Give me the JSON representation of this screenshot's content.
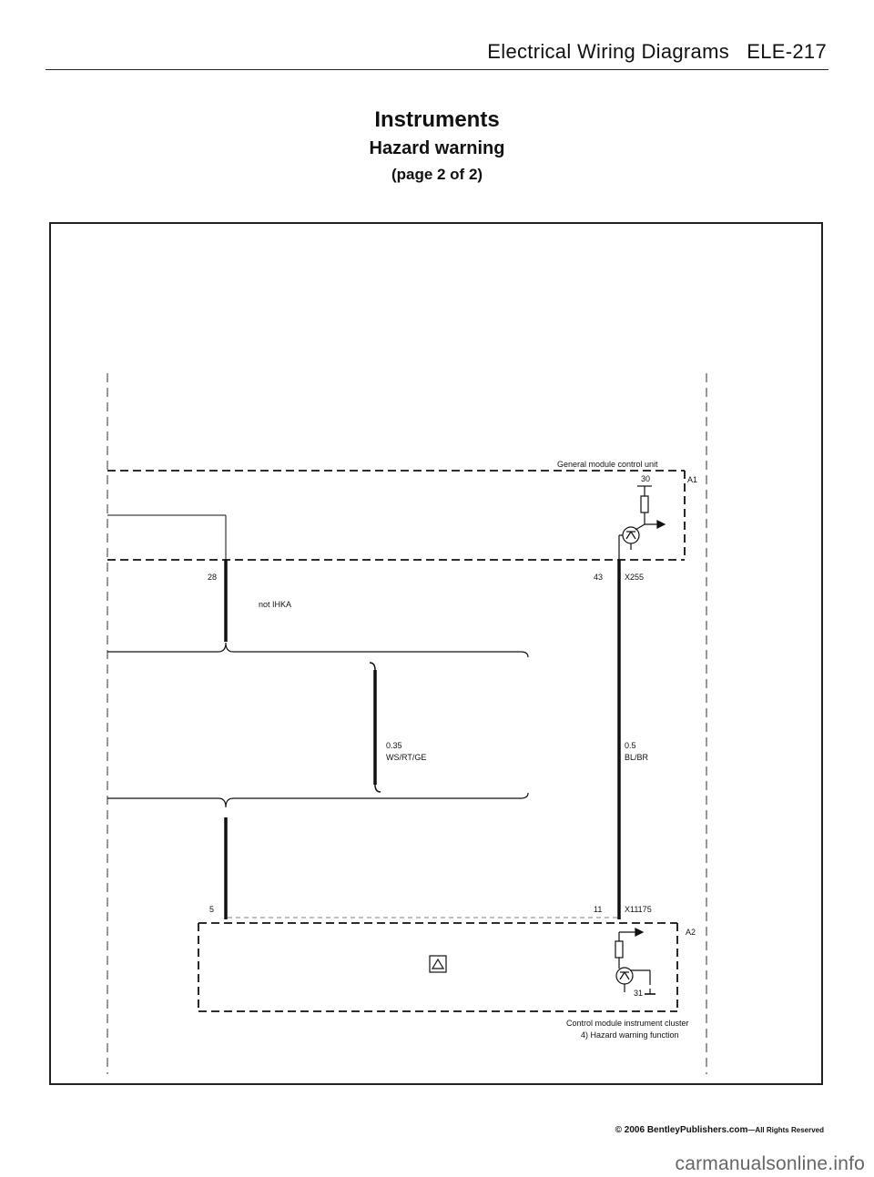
{
  "header": {
    "title": "Electrical Wiring Diagrams",
    "page_code": "ELE-217"
  },
  "titles": {
    "main": "Instruments",
    "sub": "Hazard warning",
    "page": "(page 2 of 2)"
  },
  "diagram": {
    "gm_label": "General module control unit",
    "gm_id": "A1",
    "gm_pin": "30",
    "pin_28": "28",
    "pin_43": "43",
    "connector_x255": "X255",
    "note_not_ihka": "not IHKA",
    "wire_left_size": "0.35",
    "wire_left_color": "WS/RT/GE",
    "wire_right_size": "0.5",
    "wire_right_color": "BL/BR",
    "pin_5": "5",
    "pin_11": "11",
    "connector_x11175": "X11175",
    "ic_id": "A2",
    "ic_pin_31": "31",
    "ic_label": "Control module instrument cluster",
    "ic_function": "4) Hazard warning function"
  },
  "footer": {
    "copyright": "© 2006 BentleyPublishers.com",
    "rights": "—All Rights Reserved",
    "watermark": "carmanualsonline.info"
  }
}
